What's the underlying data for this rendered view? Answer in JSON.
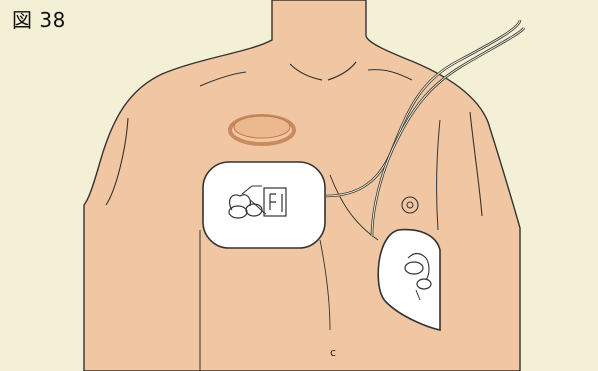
{
  "figure": {
    "label": "図 38"
  },
  "colors": {
    "background": "#f4f0d6",
    "skin": "#f1c7a3",
    "outline": "#333333",
    "pad_fill": "#ffffff",
    "pacemaker_ring": "#d9a079"
  },
  "icons": {
    "chest": "torso-illustration",
    "pacemaker": "implanted-device",
    "pad_right": "aed-pad-right-chest",
    "pad_left": "aed-pad-left-side",
    "cable": "aed-cable"
  },
  "annotation": {
    "navel_mark": "c"
  }
}
